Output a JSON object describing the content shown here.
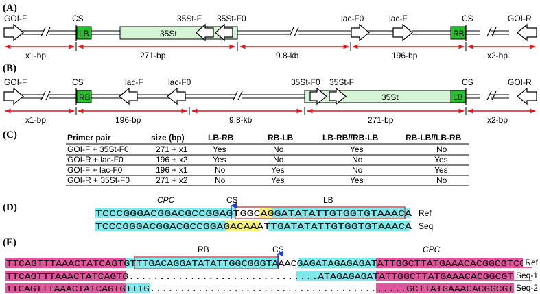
{
  "panels": {
    "A": {
      "label": "(A)",
      "top_labels": {
        "goi_f": "GOI-F",
        "cs1": "CS",
        "st35_f": "35St-F",
        "st35_f0": "35St-F0",
        "lac_f0": "lac-F0",
        "lac_f": "lac-F",
        "cs2": "CS",
        "goi_r": "GOI-R"
      },
      "box_labels": {
        "lb": "LB",
        "st35": "35St",
        "rb": "RB"
      },
      "dims": [
        "x1-bp",
        "271-bp",
        "9.8-kb",
        "196-bp",
        "x2-bp"
      ]
    },
    "B": {
      "label": "(B)",
      "top_labels": {
        "goi_f": "GOI-F",
        "cs1": "CS",
        "lac_f": "lac-F",
        "lac_f0": "lac-F0",
        "st35_f0": "35St-F0",
        "st35_f": "35St-F",
        "cs2": "CS",
        "goi_r": "GOI-R"
      },
      "box_labels": {
        "rb": "RB",
        "st35": "35St",
        "lb": "LB"
      },
      "dims": [
        "x1-bp",
        "196-bp",
        "9.8-kb",
        "271-bp",
        "x2-bp"
      ]
    },
    "C": {
      "label": "(C)",
      "headers": [
        "Primer pair",
        "size (bp)",
        "LB-RB",
        "RB-LB",
        "LB-RB//RB-LB",
        "RB-LB//LB-RB"
      ],
      "rows": [
        [
          "GOI-F + 35St-F0",
          "271 + x1",
          "Yes",
          "No",
          "Yes",
          "No"
        ],
        [
          "GOI-R + lac-F0",
          "196 + x2",
          "Yes",
          "No",
          "No",
          "Yes"
        ],
        [
          "GOI-F + lac-F0",
          "196 + x1",
          "No",
          "Yes",
          "No",
          "Yes"
        ],
        [
          "GOI-R + 35St-F0",
          "271 + x2",
          "No",
          "Yes",
          "Yes",
          "No"
        ]
      ]
    },
    "D": {
      "label": "(D)",
      "cpc": "CPC",
      "cs": "CS",
      "lb": "LB",
      "ref_seq": "TCCCGGGACGGACGCCGGAGTGGCAGGATATATTGTGGTGTAAACA",
      "seq_seq": "TCCCGGGACGGACGCCGGAGACAAATTGATATATTGTGGTGTAAACA",
      "ref_label": "Ref",
      "seq_label": "Seq"
    },
    "E": {
      "label": "(E)",
      "rb": "RB",
      "cs": "CS",
      "cpc": "CPC",
      "ref_seq": "TTCAGTTTAAACTATCAGTGTTTGACAGGATATATTGGCGGGTAAACGAGATAGAGAGATATTGGCTTATGAAACACGGCGTCGT",
      "seq1_seq": "TTCAGTTTAAACTATCAGTG...............................ATAGAGAGATATTGGCTTATGAAACACGGCGTCGT",
      "seq2_seq": "TTCAGTTTAAACTATCAGTGTTTG...........................................GCTTATGAAACACGGCGTCGT",
      "ref_label": "Ref",
      "seq1_label": "Seq-1",
      "seq2_label": "Seq-2"
    }
  },
  "colors": {
    "arrow_red": "#e0191c",
    "green_box": "#22c32a",
    "light_green": "#d6f5d6",
    "cyan": "#7fe8ea",
    "yellow": "#f7f07a",
    "pink": "#e0569c",
    "outline_red": "#c0392b",
    "cs_arrow_blue": "#1f3cd1"
  }
}
